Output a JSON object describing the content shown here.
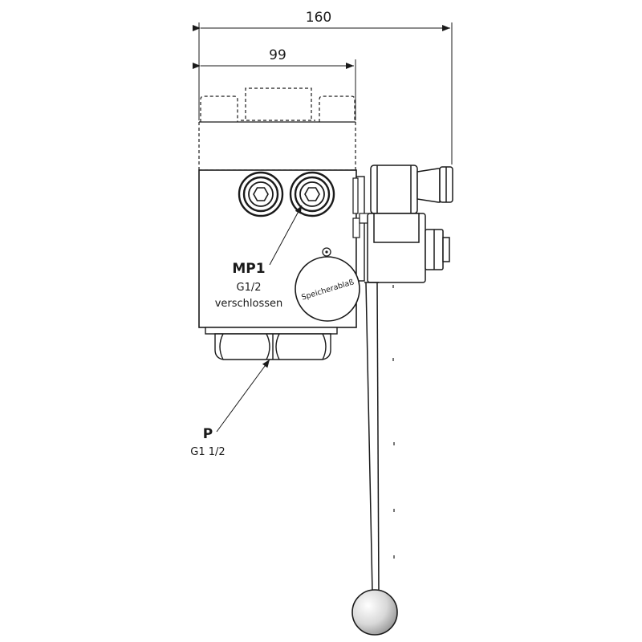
{
  "dimensions": {
    "overall_width": "160",
    "block_width": "99"
  },
  "labels": {
    "mp1": {
      "name": "MP1",
      "thread": "G1/2",
      "note": "verschlossen"
    },
    "p": {
      "name": "P",
      "thread": "G1 1/2"
    },
    "tag_text": "Speicherablaß"
  },
  "colors": {
    "line": "#1a1a1a",
    "fill": "#ffffff",
    "shade": "#9a9a9a",
    "knob": "#d8d8d8"
  }
}
